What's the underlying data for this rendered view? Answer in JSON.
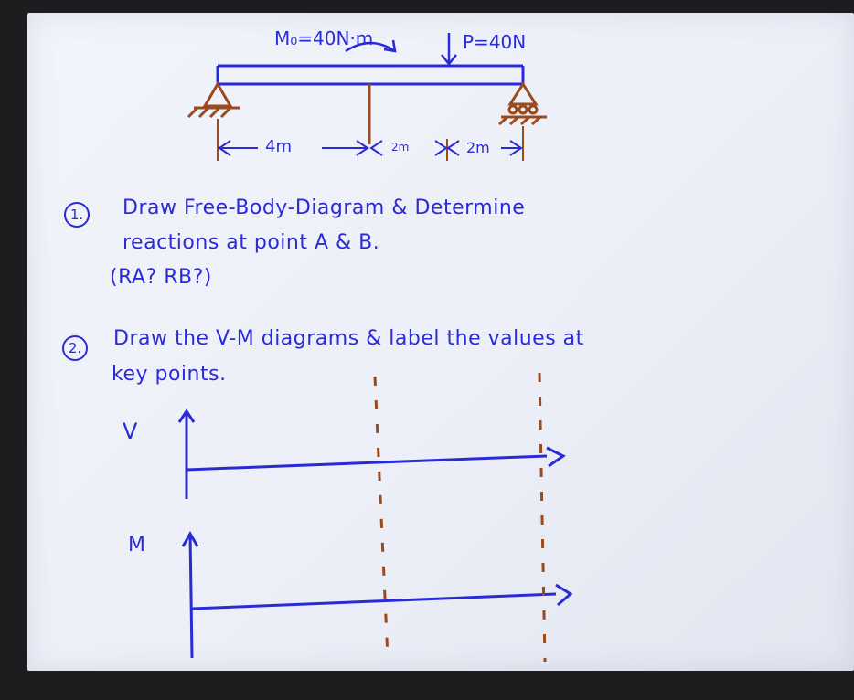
{
  "beam": {
    "moment_label": "M₀=40N·m",
    "force_label": "P=40N",
    "dim_1": "4m",
    "dim_2": "2m",
    "dim_3": "2m"
  },
  "questions": [
    {
      "number": "1.",
      "line1": "Draw Free-Body-Diagram & Determine",
      "line2": "reactions at point A & B.",
      "line3": "(RA? RB?)"
    },
    {
      "number": "2.",
      "line1": "Draw the V-M diagrams & label the values at",
      "line2": "key points."
    }
  ],
  "diagrams": {
    "v_label": "V",
    "m_label": "M"
  },
  "colors": {
    "ink_blue": "#2b2bd6",
    "ink_brown": "#9a4a1c",
    "board": "#eef0f8"
  }
}
